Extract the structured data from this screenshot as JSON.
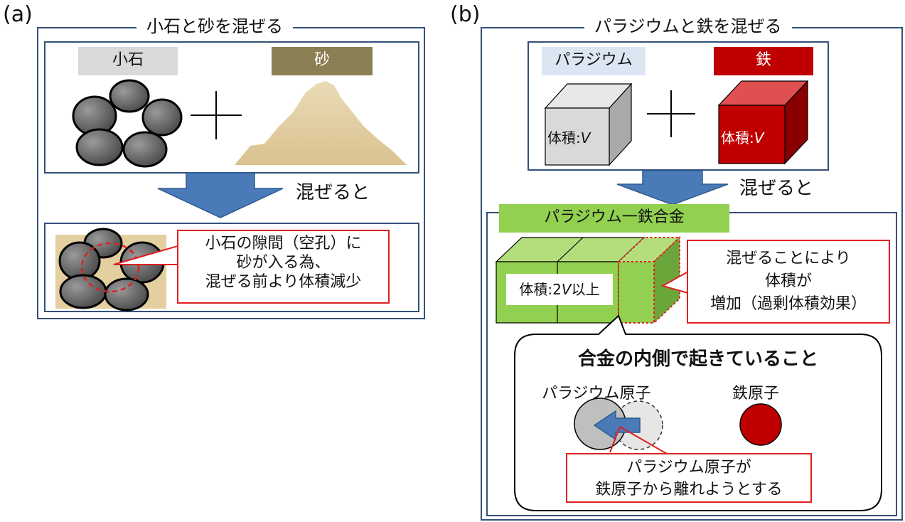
{
  "panel_a": {
    "letter": "(a)",
    "title": "小石と砂を混ぜる",
    "pebbles_label": "小石",
    "sand_label": "砂",
    "arrow_label": "混ぜると",
    "result_text": [
      "小石の隙間（空孔）に",
      "砂が入る為、",
      "混ぜる前より体積減少"
    ]
  },
  "panel_b": {
    "letter": "(b)",
    "title": "パラジウムと鉄を混ぜる",
    "pd_label": "パラジウム",
    "fe_label": "鉄",
    "volume_prefix": "体積:",
    "volume_symbol": "V",
    "arrow_label": "混ぜると",
    "alloy_label": "パラジウム一鉄合金",
    "alloy_volume_prefix": "体積:2",
    "alloy_volume_symbol": "V",
    "alloy_volume_suffix": "以上",
    "excess_text": [
      "混ぜることにより",
      "体積が",
      "増加（過剰体積効果）"
    ],
    "inside_title": "合金の内側で起きていること",
    "pd_atom_label": "パラジウム原子",
    "fe_atom_label": "鉄原子",
    "atom_note": [
      "パラジウム原子が",
      "鉄原子から離れようとする"
    ]
  },
  "colors": {
    "frame": "#35507a",
    "arrow": "#4a7ab8",
    "red": "#e02020",
    "pebble_label_bg": "#d9d9d9",
    "sand_label_bg": "#8b8053",
    "pd_label_bg": "#dce6f2",
    "fe_label_bg": "#c00000",
    "alloy_green": "#92d050",
    "iron_atom": "#c00000"
  }
}
